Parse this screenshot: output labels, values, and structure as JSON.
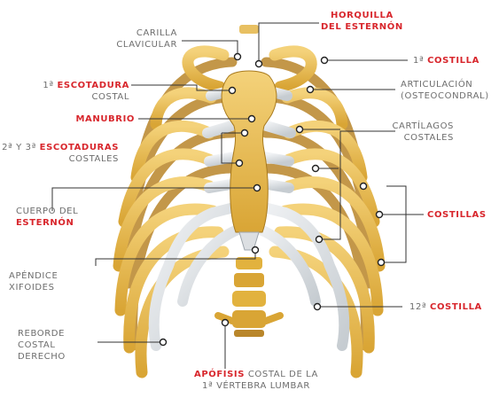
{
  "colors": {
    "bone": "#e2b23e",
    "bone_light": "#f2d078",
    "bone_dark": "#a87a1e",
    "cartilage": "#dfe3e6",
    "cartilage_dark": "#9ea6ad",
    "label_gray": "#6d6d6d",
    "label_red": "#d8262c",
    "leader": "#333333"
  },
  "labels": {
    "horquilla": {
      "l1": "HORQUILLA",
      "l2": "DEL ESTERNÓN"
    },
    "carilla": {
      "l1": "CARILLA",
      "l2": "CLAVICULAR"
    },
    "costilla1": {
      "pre": "1ª ",
      "hl": "COSTILLA"
    },
    "escotadura1": {
      "pre": "1ª ",
      "hl": "ESCOTADURA",
      "l2": "COSTAL"
    },
    "articulacion": {
      "l1": "ARTICULACIÓN",
      "l2": "(OSTEOCONDRAL)"
    },
    "manubrio": {
      "hl": "MANUBRIO"
    },
    "cartilagos": {
      "l1": "CARTÍLAGOS",
      "l2": "COSTALES"
    },
    "escotaduras23": {
      "pre": "2ª Y 3ª ",
      "hl": "ESCOTADURAS",
      "l2": "COSTALES"
    },
    "cuerpo": {
      "l1": "CUERPO DEL",
      "hl": "ESTERNÓN"
    },
    "costillas": {
      "hl": "COSTILLAS"
    },
    "apendice": {
      "l1": "APÉNDICE",
      "l2": "XIFOIDES"
    },
    "costilla12": {
      "pre": "12ª ",
      "hl": "COSTILLA"
    },
    "reborde": {
      "l1": "REBORDE",
      "l2": "COSTAL",
      "l3": "DERECHO"
    },
    "apofisis": {
      "hl": "APÓFISIS",
      "post": " COSTAL DE LA",
      "l2": "1ª VÉRTEBRA LUMBAR"
    }
  }
}
